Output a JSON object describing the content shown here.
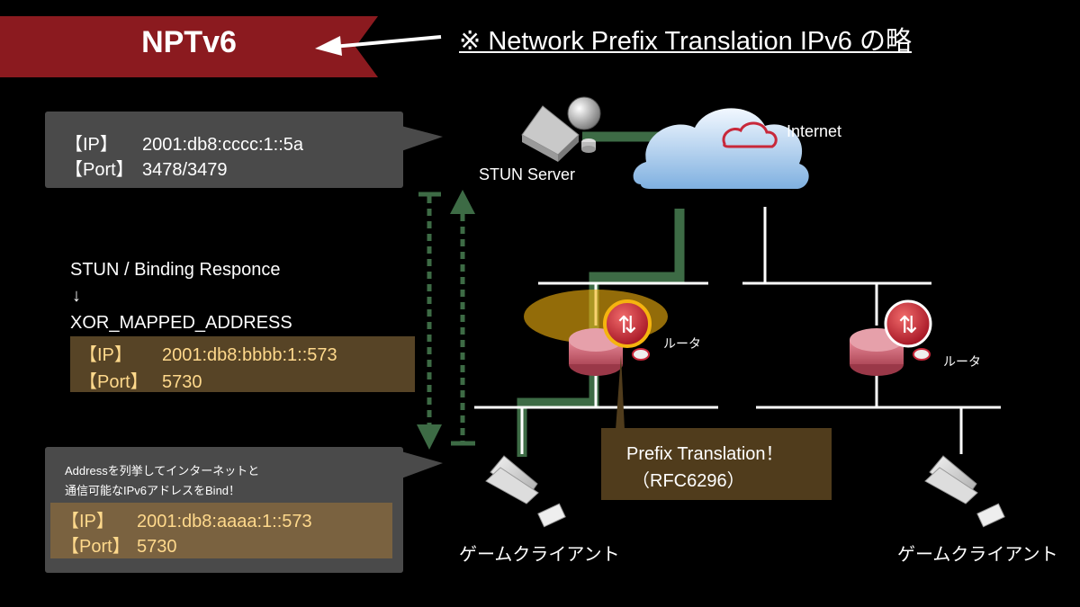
{
  "title": "NPTv6",
  "note": "※ Network Prefix Translation IPv6 の略",
  "stun_server": {
    "label": "STUN Server",
    "ip_key": "【IP】",
    "ip": "2001:db8:cccc:1::5a",
    "port_key": "【Port】",
    "port": "3478/3479"
  },
  "internet_label": "Internet",
  "response": {
    "title": "STUN / Binding Responce",
    "arrow": "↓",
    "attribute": "XOR_MAPPED_ADDRESS",
    "ip_key": "【IP】",
    "ip": "2001:db8:bbbb:1::573",
    "port_key": "【Port】",
    "port": "5730"
  },
  "client_box": {
    "line1": "Addressを列挙してインターネットと",
    "line2": "通信可能なIPv6アドレスをBind！",
    "ip_key": "【IP】",
    "ip": "2001:db8:aaaa:1::573",
    "port_key": "【Port】",
    "port": "5730"
  },
  "prefix_translation": {
    "line1": "Prefix Translation！",
    "line2": "（RFC6296）"
  },
  "router_label_left": "ルータ",
  "router_label_right": "ルータ",
  "client_label_left": "ゲームクライアント",
  "client_label_right": "ゲームクライアント",
  "colors": {
    "banner": "#8b1a1f",
    "stun_box": "#4a4a4a",
    "mapped_box": "#574426",
    "client_addr_box": "#7a6240",
    "path_green": "#3d6b45",
    "router_red": "#c8283a",
    "highlight": "#f5b40f"
  }
}
